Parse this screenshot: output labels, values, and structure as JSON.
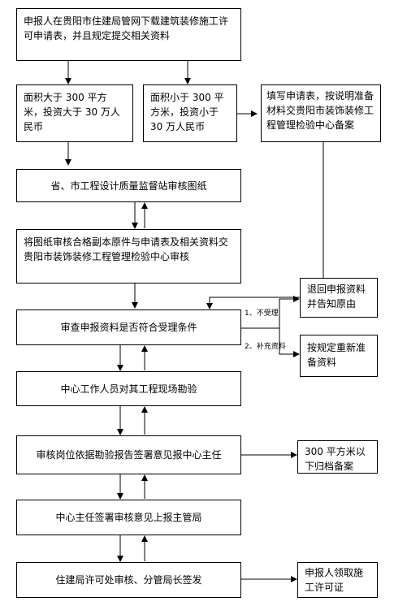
{
  "boxes": {
    "start": "申报人在贵阳市住建局管网下载建筑装修施工许可申请表，并且规定提交相关资料",
    "area_large": "面积大于 300 平方米，投资大于 30 万人民币",
    "area_small": "面积小于 300 平方米，投资小于 30 万人民币",
    "fill_form": "填写申请表，按说明准备材料交贵阳市装饰装修工程管理检验中心备案",
    "drawing_review": "省、市工程设计质量监督站审核图纸",
    "submit_center": "将图纸审核合格副本原件与申请表及相关资料交贵阳市装饰装修工程管理检验中心审核",
    "check_conditions": "审查申报资料是否符合受理条件",
    "return_materials": "退回申报资料并告知原由",
    "reprepare": "按规定重新准备资料",
    "site_survey": "中心工作人员对其工程现场勘验",
    "review_post": "审核岗位依据勘验报告签署意见报中心主任",
    "archive_small": "300 平方米以下归档备案",
    "director_sign": "中心主任签署审核意见上报主管局",
    "bureau_approve": "住建局许可处审核、分管局长签发",
    "collect_permit": "申报人领取施工许可证"
  },
  "labels": {
    "not_accepted": "1、不受理",
    "supplement": "2、补充资料"
  }
}
